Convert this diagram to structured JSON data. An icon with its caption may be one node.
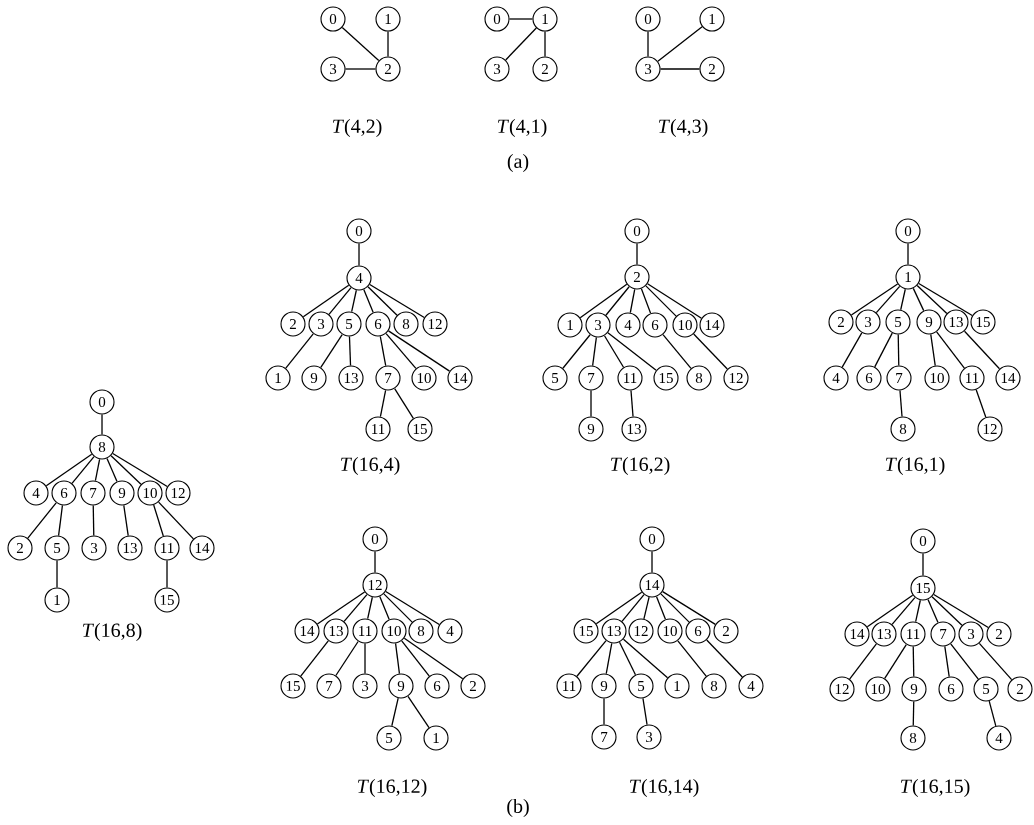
{
  "diagram": {
    "nodes": [
      {
        "text": [
          "0"
        ]
      },
      {
        "text": [
          "1"
        ]
      },
      {
        "text": [
          "3"
        ]
      },
      {
        "text": [
          "2"
        ]
      },
      {
        "text": [
          "0"
        ]
      },
      {
        "text": [
          "1"
        ]
      },
      {
        "text": [
          "3"
        ]
      },
      {
        "text": [
          "2"
        ]
      },
      {
        "text": [
          "0"
        ]
      },
      {
        "text": [
          "1"
        ]
      },
      {
        "text": [
          "3"
        ]
      },
      {
        "text": [
          "2"
        ]
      },
      {
        "text": [
          "0"
        ]
      },
      {
        "text": [
          "4"
        ]
      },
      {
        "text": [
          "2"
        ]
      },
      {
        "text": [
          "3"
        ]
      },
      {
        "text": [
          "5"
        ]
      },
      {
        "text": [
          "6"
        ]
      },
      {
        "text": [
          "8"
        ]
      },
      {
        "text": [
          "12"
        ]
      },
      {
        "text": [
          "1"
        ]
      },
      {
        "text": [
          "9"
        ]
      },
      {
        "text": [
          "13"
        ]
      },
      {
        "text": [
          "7"
        ]
      },
      {
        "text": [
          "10"
        ]
      },
      {
        "text": [
          "14"
        ]
      },
      {
        "text": [
          "11"
        ]
      },
      {
        "text": [
          "15"
        ]
      },
      {
        "text": [
          "0"
        ]
      },
      {
        "text": [
          "2"
        ]
      },
      {
        "text": [
          "1"
        ]
      },
      {
        "text": [
          "3"
        ]
      },
      {
        "text": [
          "4"
        ]
      },
      {
        "text": [
          "6"
        ]
      },
      {
        "text": [
          "10"
        ]
      },
      {
        "text": [
          "14"
        ]
      },
      {
        "text": [
          "5"
        ]
      },
      {
        "text": [
          "7"
        ]
      },
      {
        "text": [
          "11"
        ]
      },
      {
        "text": [
          "15"
        ]
      },
      {
        "text": [
          "8"
        ]
      },
      {
        "text": [
          "12"
        ]
      },
      {
        "text": [
          "9"
        ]
      },
      {
        "text": [
          "13"
        ]
      },
      {
        "text": [
          "0"
        ]
      },
      {
        "text": [
          "1"
        ]
      },
      {
        "text": [
          "2"
        ]
      },
      {
        "text": [
          "3"
        ]
      },
      {
        "text": [
          "5"
        ]
      },
      {
        "text": [
          "9"
        ]
      },
      {
        "text": [
          "13"
        ]
      },
      {
        "text": [
          "15"
        ]
      },
      {
        "text": [
          "4"
        ]
      },
      {
        "text": [
          "6"
        ]
      },
      {
        "text": [
          "7"
        ]
      },
      {
        "text": [
          "10"
        ]
      },
      {
        "text": [
          "11"
        ]
      },
      {
        "text": [
          "14"
        ]
      },
      {
        "text": [
          "8"
        ]
      },
      {
        "text": [
          "12"
        ]
      },
      {
        "text": [
          "0"
        ]
      },
      {
        "text": [
          "8"
        ]
      },
      {
        "text": [
          "4"
        ]
      },
      {
        "text": [
          "6"
        ]
      },
      {
        "text": [
          "7"
        ]
      },
      {
        "text": [
          "9"
        ]
      },
      {
        "text": [
          "10"
        ]
      },
      {
        "text": [
          "12"
        ]
      },
      {
        "text": [
          "2"
        ]
      },
      {
        "text": [
          "5"
        ]
      },
      {
        "text": [
          "3"
        ]
      },
      {
        "text": [
          "13"
        ]
      },
      {
        "text": [
          "11"
        ]
      },
      {
        "text": [
          "14"
        ]
      },
      {
        "text": [
          "1"
        ]
      },
      {
        "text": [
          "15"
        ]
      },
      {
        "text": [
          "0"
        ]
      },
      {
        "text": [
          "12"
        ]
      },
      {
        "text": [
          "14"
        ]
      },
      {
        "text": [
          "13"
        ]
      },
      {
        "text": [
          "11"
        ]
      },
      {
        "text": [
          "10"
        ]
      },
      {
        "text": [
          "8"
        ]
      },
      {
        "text": [
          "4"
        ]
      },
      {
        "text": [
          "15"
        ]
      },
      {
        "text": [
          "7"
        ]
      },
      {
        "text": [
          "3"
        ]
      },
      {
        "text": [
          "9"
        ]
      },
      {
        "text": [
          "6"
        ]
      },
      {
        "text": [
          "2"
        ]
      },
      {
        "text": [
          "5"
        ]
      },
      {
        "text": [
          "1"
        ]
      },
      {
        "text": [
          "0"
        ]
      },
      {
        "text": [
          "14"
        ]
      },
      {
        "text": [
          "15"
        ]
      },
      {
        "text": [
          "13"
        ]
      },
      {
        "text": [
          "12"
        ]
      },
      {
        "text": [
          "10"
        ]
      },
      {
        "text": [
          "6"
        ]
      },
      {
        "text": [
          "2"
        ]
      },
      {
        "text": [
          "11"
        ]
      },
      {
        "text": [
          "9"
        ]
      },
      {
        "text": [
          "5"
        ]
      },
      {
        "text": [
          "1"
        ]
      },
      {
        "text": [
          "8"
        ]
      },
      {
        "text": [
          "4"
        ]
      },
      {
        "text": [
          "7"
        ]
      },
      {
        "text": [
          "3"
        ]
      },
      {
        "text": [
          "0"
        ]
      },
      {
        "text": [
          "15"
        ]
      },
      {
        "text": [
          "14"
        ]
      },
      {
        "text": [
          "13"
        ]
      },
      {
        "text": [
          "11"
        ]
      },
      {
        "text": [
          "7"
        ]
      },
      {
        "text": [
          "3"
        ]
      },
      {
        "text": [
          "2"
        ]
      },
      {
        "text": [
          "12"
        ]
      },
      {
        "text": [
          "10"
        ]
      },
      {
        "text": [
          "9"
        ]
      },
      {
        "text": [
          "6"
        ]
      },
      {
        "text": [
          "5"
        ]
      },
      {
        "text": [
          "2"
        ]
      },
      {
        "text": [
          "8"
        ]
      },
      {
        "text": [
          "4"
        ]
      }
    ],
    "edges": [
      {
        "from": 0,
        "to": 3,
        "arrow": "none"
      },
      {
        "from": 1,
        "to": 3,
        "arrow": "none"
      },
      {
        "from": 2,
        "to": 3,
        "arrow": "none"
      },
      {
        "from": 4,
        "to": 5,
        "arrow": "none"
      },
      {
        "from": 5,
        "to": 6,
        "arrow": "none"
      },
      {
        "from": 5,
        "to": 7,
        "arrow": "none"
      },
      {
        "from": 8,
        "to": 10,
        "arrow": "none"
      },
      {
        "from": 9,
        "to": 10,
        "arrow": "none"
      },
      {
        "from": 10,
        "to": 11,
        "arrow": "none"
      },
      {
        "from": 12,
        "to": 13,
        "arrow": "none"
      },
      {
        "from": 13,
        "to": 14,
        "arrow": "none"
      },
      {
        "from": 13,
        "to": 15,
        "arrow": "none"
      },
      {
        "from": 13,
        "to": 16,
        "arrow": "none"
      },
      {
        "from": 13,
        "to": 17,
        "arrow": "none"
      },
      {
        "from": 13,
        "to": 18,
        "arrow": "none"
      },
      {
        "from": 13,
        "to": 19,
        "arrow": "none"
      },
      {
        "from": 15,
        "to": 20,
        "arrow": "none"
      },
      {
        "from": 16,
        "to": 21,
        "arrow": "none"
      },
      {
        "from": 16,
        "to": 22,
        "arrow": "none"
      },
      {
        "from": 17,
        "to": 23,
        "arrow": "none"
      },
      {
        "from": 17,
        "to": 24,
        "arrow": "none"
      },
      {
        "from": 17,
        "to": 25,
        "arrow": "none"
      },
      {
        "from": 23,
        "to": 26,
        "arrow": "none"
      },
      {
        "from": 23,
        "to": 27,
        "arrow": "none"
      },
      {
        "from": 28,
        "to": 29,
        "arrow": "none"
      },
      {
        "from": 29,
        "to": 30,
        "arrow": "none"
      },
      {
        "from": 29,
        "to": 31,
        "arrow": "none"
      },
      {
        "from": 29,
        "to": 32,
        "arrow": "none"
      },
      {
        "from": 29,
        "to": 33,
        "arrow": "none"
      },
      {
        "from": 29,
        "to": 34,
        "arrow": "none"
      },
      {
        "from": 29,
        "to": 35,
        "arrow": "none"
      },
      {
        "from": 31,
        "to": 36,
        "arrow": "none"
      },
      {
        "from": 31,
        "to": 37,
        "arrow": "none"
      },
      {
        "from": 31,
        "to": 38,
        "arrow": "none"
      },
      {
        "from": 31,
        "to": 39,
        "arrow": "none"
      },
      {
        "from": 33,
        "to": 40,
        "arrow": "none"
      },
      {
        "from": 34,
        "to": 41,
        "arrow": "none"
      },
      {
        "from": 37,
        "to": 42,
        "arrow": "none"
      },
      {
        "from": 38,
        "to": 43,
        "arrow": "none"
      },
      {
        "from": 44,
        "to": 45,
        "arrow": "none"
      },
      {
        "from": 45,
        "to": 46,
        "arrow": "none"
      },
      {
        "from": 45,
        "to": 47,
        "arrow": "none"
      },
      {
        "from": 45,
        "to": 48,
        "arrow": "none"
      },
      {
        "from": 45,
        "to": 49,
        "arrow": "none"
      },
      {
        "from": 45,
        "to": 50,
        "arrow": "none"
      },
      {
        "from": 45,
        "to": 51,
        "arrow": "none"
      },
      {
        "from": 47,
        "to": 52,
        "arrow": "none"
      },
      {
        "from": 48,
        "to": 53,
        "arrow": "none"
      },
      {
        "from": 48,
        "to": 54,
        "arrow": "none"
      },
      {
        "from": 49,
        "to": 55,
        "arrow": "none"
      },
      {
        "from": 49,
        "to": 56,
        "arrow": "none"
      },
      {
        "from": 50,
        "to": 57,
        "arrow": "none"
      },
      {
        "from": 54,
        "to": 58,
        "arrow": "none"
      },
      {
        "from": 56,
        "to": 59,
        "arrow": "none"
      },
      {
        "from": 60,
        "to": 61,
        "arrow": "none"
      },
      {
        "from": 61,
        "to": 62,
        "arrow": "none"
      },
      {
        "from": 61,
        "to": 63,
        "arrow": "none"
      },
      {
        "from": 61,
        "to": 64,
        "arrow": "none"
      },
      {
        "from": 61,
        "to": 65,
        "arrow": "none"
      },
      {
        "from": 61,
        "to": 66,
        "arrow": "none"
      },
      {
        "from": 61,
        "to": 67,
        "arrow": "none"
      },
      {
        "from": 63,
        "to": 68,
        "arrow": "none"
      },
      {
        "from": 63,
        "to": 69,
        "arrow": "none"
      },
      {
        "from": 64,
        "to": 70,
        "arrow": "none"
      },
      {
        "from": 65,
        "to": 71,
        "arrow": "none"
      },
      {
        "from": 66,
        "to": 72,
        "arrow": "none"
      },
      {
        "from": 66,
        "to": 73,
        "arrow": "none"
      },
      {
        "from": 69,
        "to": 74,
        "arrow": "none"
      },
      {
        "from": 72,
        "to": 75,
        "arrow": "none"
      },
      {
        "from": 76,
        "to": 77,
        "arrow": "none"
      },
      {
        "from": 77,
        "to": 78,
        "arrow": "none"
      },
      {
        "from": 77,
        "to": 79,
        "arrow": "none"
      },
      {
        "from": 77,
        "to": 80,
        "arrow": "none"
      },
      {
        "from": 77,
        "to": 81,
        "arrow": "none"
      },
      {
        "from": 77,
        "to": 82,
        "arrow": "none"
      },
      {
        "from": 77,
        "to": 83,
        "arrow": "none"
      },
      {
        "from": 79,
        "to": 84,
        "arrow": "none"
      },
      {
        "from": 80,
        "to": 85,
        "arrow": "none"
      },
      {
        "from": 80,
        "to": 86,
        "arrow": "none"
      },
      {
        "from": 81,
        "to": 87,
        "arrow": "none"
      },
      {
        "from": 81,
        "to": 88,
        "arrow": "none"
      },
      {
        "from": 81,
        "to": 89,
        "arrow": "none"
      },
      {
        "from": 87,
        "to": 90,
        "arrow": "none"
      },
      {
        "from": 87,
        "to": 91,
        "arrow": "none"
      },
      {
        "from": 92,
        "to": 93,
        "arrow": "none"
      },
      {
        "from": 93,
        "to": 94,
        "arrow": "none"
      },
      {
        "from": 93,
        "to": 95,
        "arrow": "none"
      },
      {
        "from": 93,
        "to": 96,
        "arrow": "none"
      },
      {
        "from": 93,
        "to": 97,
        "arrow": "none"
      },
      {
        "from": 93,
        "to": 98,
        "arrow": "none"
      },
      {
        "from": 93,
        "to": 99,
        "arrow": "none"
      },
      {
        "from": 95,
        "to": 100,
        "arrow": "none"
      },
      {
        "from": 95,
        "to": 101,
        "arrow": "none"
      },
      {
        "from": 95,
        "to": 102,
        "arrow": "none"
      },
      {
        "from": 95,
        "to": 103,
        "arrow": "none"
      },
      {
        "from": 97,
        "to": 104,
        "arrow": "none"
      },
      {
        "from": 98,
        "to": 105,
        "arrow": "none"
      },
      {
        "from": 101,
        "to": 106,
        "arrow": "none"
      },
      {
        "from": 102,
        "to": 107,
        "arrow": "none"
      },
      {
        "from": 108,
        "to": 109,
        "arrow": "none"
      },
      {
        "from": 109,
        "to": 110,
        "arrow": "none"
      },
      {
        "from": 109,
        "to": 111,
        "arrow": "none"
      },
      {
        "from": 109,
        "to": 112,
        "arrow": "none"
      },
      {
        "from": 109,
        "to": 113,
        "arrow": "none"
      },
      {
        "from": 109,
        "to": 114,
        "arrow": "none"
      },
      {
        "from": 109,
        "to": 115,
        "arrow": "none"
      },
      {
        "from": 111,
        "to": 116,
        "arrow": "none"
      },
      {
        "from": 112,
        "to": 117,
        "arrow": "none"
      },
      {
        "from": 112,
        "to": 118,
        "arrow": "none"
      },
      {
        "from": 113,
        "to": 119,
        "arrow": "none"
      },
      {
        "from": 113,
        "to": 120,
        "arrow": "none"
      },
      {
        "from": 114,
        "to": 121,
        "arrow": "none"
      },
      {
        "from": 118,
        "to": 122,
        "arrow": "none"
      },
      {
        "from": 120,
        "to": 123,
        "arrow": "none"
      }
    ],
    "labels": [
      "*T*(4,2)",
      "*T*(4,1)",
      "*T*(4,3)",
      "(a)",
      "*T*(16,4)",
      "*T*(16,2)",
      "*T*(16,1)",
      "*T*(16,8)",
      "*T*(16,12)",
      "*T*(16,14)",
      "*T*(16,15)",
      "(b)"
    ]
  }
}
